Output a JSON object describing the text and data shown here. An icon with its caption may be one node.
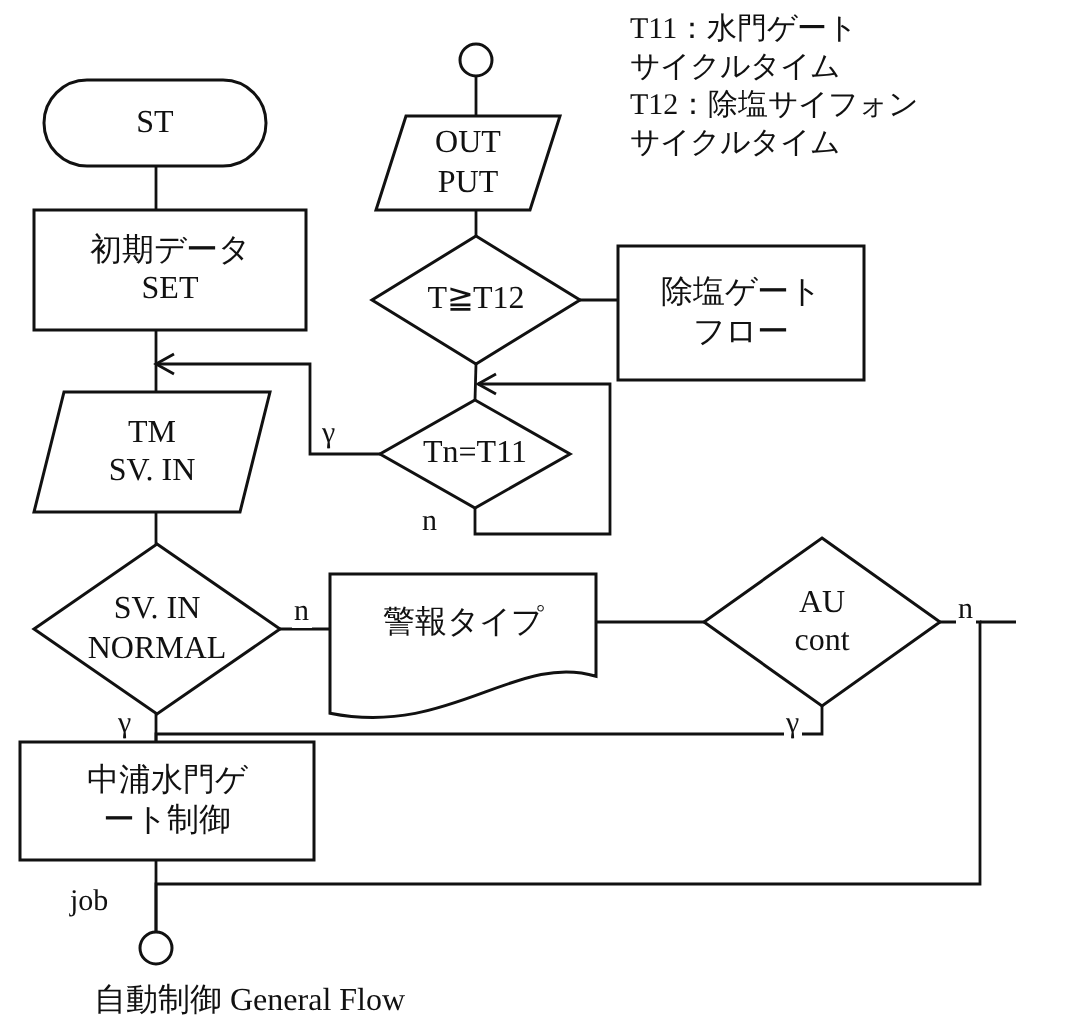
{
  "diagram": {
    "caption": "自動制御 General Flow",
    "nodes": [
      {
        "text": [
          "ST"
        ]
      },
      {
        "text": [
          "初期データ SET"
        ]
      },
      {
        "text": [
          "TM SV. IN"
        ]
      },
      {
        "text": [
          "SV. IN NORMAL"
        ]
      },
      {
        "text": [
          "警報タイプ"
        ]
      },
      {
        "text": [
          "AU cont"
        ]
      },
      {
        "text": [
          "中浦水門ゲート制御"
        ]
      },
      {
        "text": [],
        "shape": "circle"
      },
      {
        "text": [],
        "shape": "circle"
      },
      {
        "text": [
          "OUT PUT"
        ]
      },
      {
        "text": [
          "T≧T12"
        ]
      },
      {
        "text": [
          "除塩ゲートフロー"
        ]
      },
      {
        "text": [
          "Tn=T11"
        ]
      }
    ],
    "edges": [
      {
        "from": 0,
        "to": 1,
        "arrow": "none"
      },
      {
        "from": 1,
        "to": 2,
        "arrow": "none"
      },
      {
        "from": 12,
        "to": 2,
        "arrow": "to",
        "label": "γ"
      },
      {
        "from": 2,
        "to": 3,
        "arrow": "none"
      },
      {
        "from": 3,
        "to": 4,
        "arrow": "none",
        "label": "n"
      },
      {
        "from": 4,
        "to": 5,
        "arrow": "none"
      },
      {
        "from": 5,
        "to": 7,
        "arrow": "none",
        "label": "n"
      },
      {
        "from": 3,
        "to": 6,
        "arrow": "none",
        "label": "γ"
      },
      {
        "from": 5,
        "to": 6,
        "arrow": "none",
        "label": "γ"
      },
      {
        "from": 6,
        "to": 7,
        "arrow": "none",
        "label": "job"
      },
      {
        "from": 8,
        "to": 9,
        "arrow": "none"
      },
      {
        "from": 9,
        "to": 10,
        "arrow": "none"
      },
      {
        "from": 10,
        "to": 11,
        "arrow": "none"
      },
      {
        "from": 10,
        "to": 12,
        "arrow": "none"
      },
      {
        "from": 12,
        "to": 12,
        "arrow": "to",
        "label": "n"
      }
    ],
    "labels": [
      "T11：水門ゲートサイクルタイム",
      "T12：除塩サイフォンサイクルタイム"
    ]
  }
}
